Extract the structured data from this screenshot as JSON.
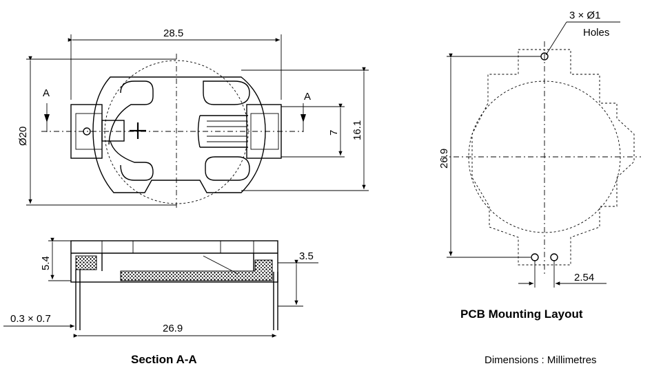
{
  "top_view": {
    "width_dim": "28.5",
    "diameter_dim": "Ø20",
    "pin_pitch_dim": "7",
    "height_dim": "16.1",
    "section_mark_left": "A",
    "section_mark_right": "A"
  },
  "section_view": {
    "height_dim": "5.4",
    "pin_offset_dim": "3.5",
    "pin_size_dim": "0.3 × 0.7",
    "length_dim": "26.9",
    "caption": "Section A-A"
  },
  "pcb_layout": {
    "holes_count_label": "3 × Ø1",
    "holes_label": "Holes",
    "height_dim": "26.9",
    "hole_pitch_dim": "2.54",
    "caption": "PCB Mounting Layout"
  },
  "footer": {
    "units_note": "Dimensions : Millimetres"
  }
}
